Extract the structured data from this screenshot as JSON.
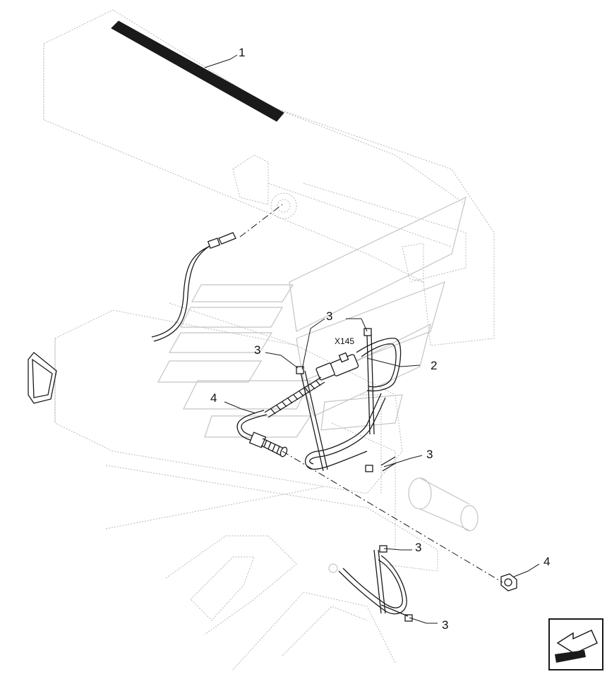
{
  "callouts": [
    {
      "label": "1"
    },
    {
      "label": "2"
    },
    {
      "label": "3"
    },
    {
      "label": "3"
    },
    {
      "label": "3"
    },
    {
      "label": "3"
    },
    {
      "label": "3"
    },
    {
      "label": "4"
    },
    {
      "label": "4"
    }
  ],
  "connector": {
    "label": "X145"
  },
  "nav_icon": "arrow-down-left-icon"
}
